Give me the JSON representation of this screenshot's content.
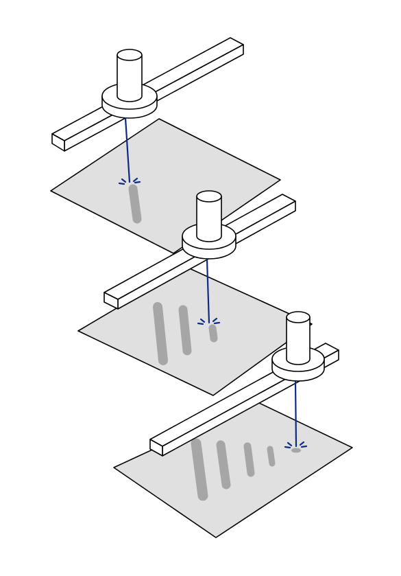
{
  "diagram": {
    "colors": {
      "background": "#ffffff",
      "outline": "#000000",
      "part_fill": "#ffffff",
      "sheet_fill": "#e0e0e0",
      "stroke_mark": "#a6a6a6",
      "laser_beam": "#0d2a86"
    },
    "stages": [
      {
        "step": 1,
        "strokes_visible": 1
      },
      {
        "step": 2,
        "strokes_visible": 3
      },
      {
        "step": 3,
        "strokes_visible": 4
      }
    ]
  }
}
